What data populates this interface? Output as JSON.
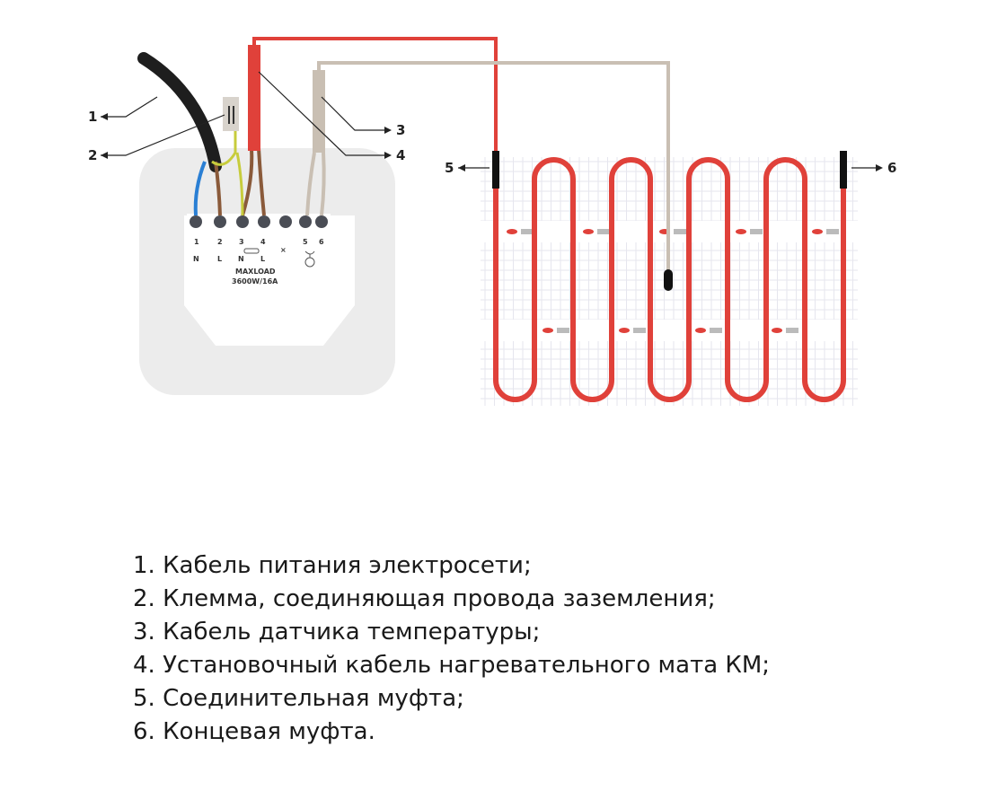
{
  "callouts": [
    "1",
    "2",
    "3",
    "4",
    "5",
    "6"
  ],
  "thermostat": {
    "terminals": [
      "1",
      "2",
      "3",
      "4",
      "5",
      "6"
    ],
    "terminal_marks": [
      "N",
      "L",
      "N",
      "L"
    ],
    "maxload": "MAXLOAD",
    "rating": "3600W/16A"
  },
  "legend": [
    "1. Кабель питания электросети;",
    "2. Клемма, соединяющая провода заземления;",
    "3. Кабель датчика температуры;",
    "4. Установочный кабель нагревательного мата КМ;",
    "5. Соединительная муфта;",
    "6. Концевая муфта."
  ],
  "colors": {
    "heating_cable": "#e0413a",
    "sensor_cable": "#c9bfb3",
    "power_cable": "#222222",
    "thermostat_frame": "#ececec"
  }
}
